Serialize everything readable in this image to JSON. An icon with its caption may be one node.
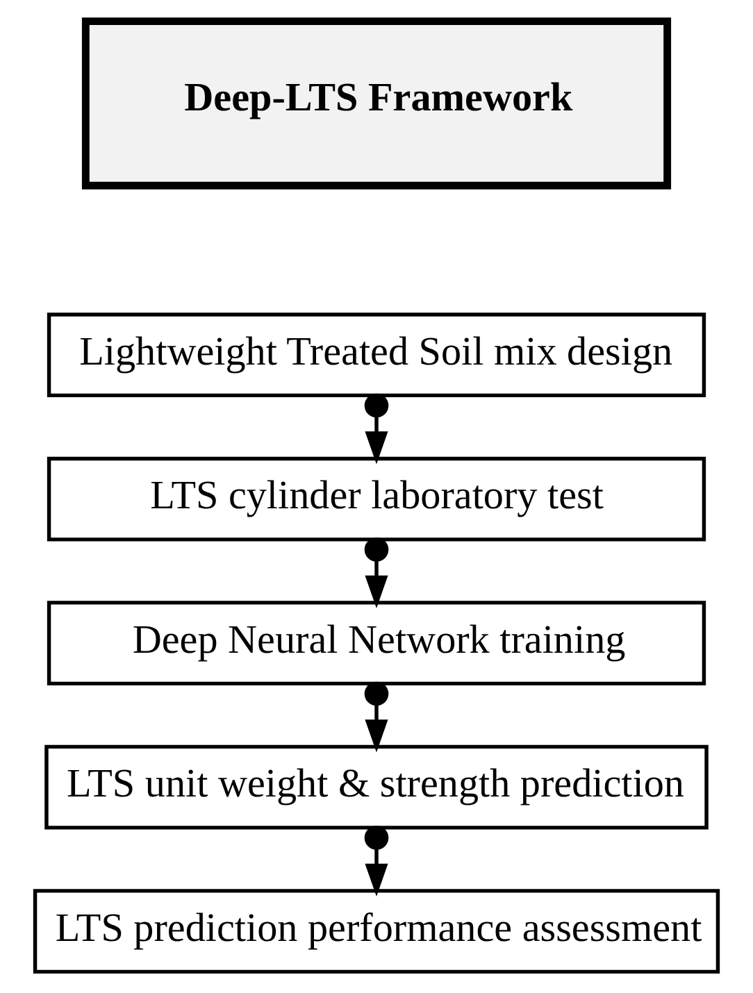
{
  "diagram": {
    "nodes": [
      {
        "text": [
          "Deep-LTS Framework"
        ]
      },
      {
        "text": [
          "Lightweight Treated Soil mix design"
        ]
      },
      {
        "text": [
          "LTS cylinder laboratory test"
        ]
      },
      {
        "text": [
          "Deep Neural Network training"
        ]
      },
      {
        "text": [
          "LTS unit weight & strength prediction"
        ]
      },
      {
        "text": [
          "LTS prediction performance assessment"
        ]
      }
    ],
    "edges": [
      {
        "from": 1,
        "to": 2,
        "arrow": "to"
      },
      {
        "from": 2,
        "to": 3,
        "arrow": "to"
      },
      {
        "from": 3,
        "to": 4,
        "arrow": "to"
      },
      {
        "from": 4,
        "to": 5,
        "arrow": "to"
      }
    ]
  }
}
